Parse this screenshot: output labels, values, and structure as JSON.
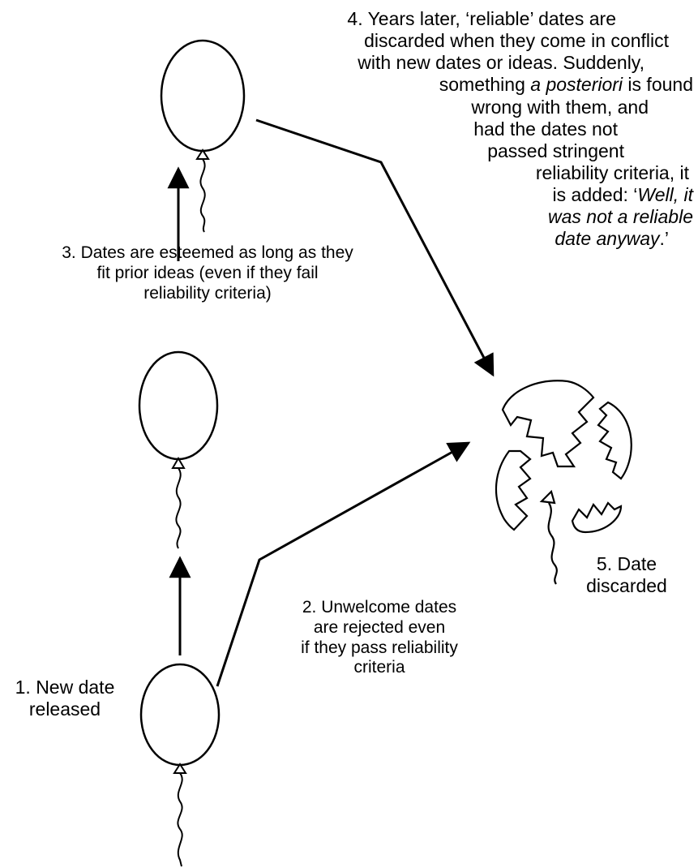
{
  "colors": {
    "ink": "#000000",
    "background": "#ffffff"
  },
  "labels": {
    "step1": {
      "lines": [
        "1. New date",
        "released"
      ]
    },
    "step2": {
      "lines": [
        "2. Unwelcome dates",
        "are rejected even",
        "if they pass reliability",
        "criteria"
      ]
    },
    "step3": {
      "lines": [
        "3. Dates are esteemed as long as they",
        "fit prior ideas (even if they fail",
        "reliability criteria)"
      ]
    },
    "step4": {
      "line1": "4. Years later, ‘reliable’ dates are",
      "line2": "discarded when they come in conflict",
      "line3": "with new dates or ideas. Suddenly,",
      "line4_pre": "something ",
      "line4_italic": "a posteriori",
      "line4_post": " is found",
      "line5": "wrong with them, and",
      "line6": "had the dates not",
      "line7": "passed stringent",
      "line8": "reliability criteria, it",
      "line9_pre": "is added: ‘",
      "line9_italic": "Well, it",
      "line10_italic": "was not a reliable",
      "line11_italic": "date anyway",
      "line11_post": ".’"
    },
    "step5": {
      "lines": [
        "5. Date",
        "discarded"
      ]
    }
  }
}
